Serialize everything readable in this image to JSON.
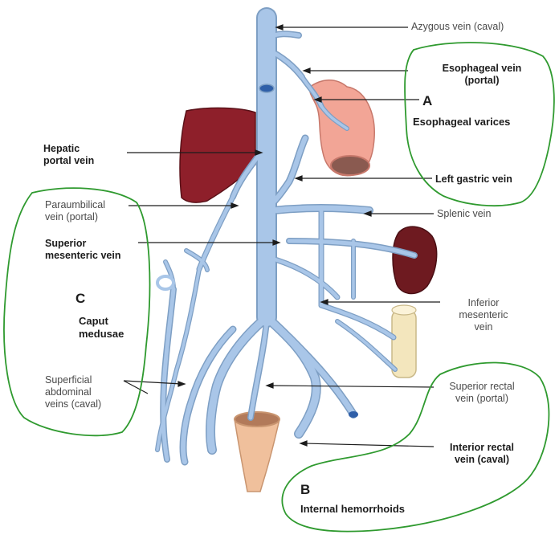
{
  "labels": {
    "azygous": "Azygous vein (caval)",
    "esophageal_line1": "Esophageal vein",
    "esophageal_line2": "(portal)",
    "hepatic_line1": "Hepatic",
    "hepatic_line2": "portal vein",
    "left_gastric": "Left gastric vein",
    "paraumbilical_line1": "Paraumbilical",
    "paraumbilical_line2": "vein (portal)",
    "splenic": "Splenic vein",
    "sup_mes_line1": "Superior",
    "sup_mes_line2": "mesenteric vein",
    "inf_mes_line1": "Inferior",
    "inf_mes_line2": "mesenteric",
    "inf_mes_line3": "vein",
    "superficial_line1": "Superficial",
    "superficial_line2": "abdominal",
    "superficial_line3": "veins (caval)",
    "sup_rectal_line1": "Superior rectal",
    "sup_rectal_line2": "vein (portal)",
    "inf_rectal_line1": "Interior rectal",
    "inf_rectal_line2": "vein (caval)"
  },
  "annotations": {
    "a_letter": "A",
    "a_caption": "Esophageal varices",
    "b_letter": "B",
    "b_caption": "Internal hemorrhoids",
    "c_letter": "C",
    "c_caption_line1": "Caput",
    "c_caption_line2": "medusae"
  },
  "colors": {
    "vein": "#a9c6e8",
    "vein_outline": "#7e9fc4",
    "liver": "#8e1f2a",
    "spleen": "#6e1a20",
    "stomach": "#f2a596",
    "rectum": "#f0c09c",
    "colon": "#f3e6bd",
    "annotation": "#2f9a2f"
  }
}
